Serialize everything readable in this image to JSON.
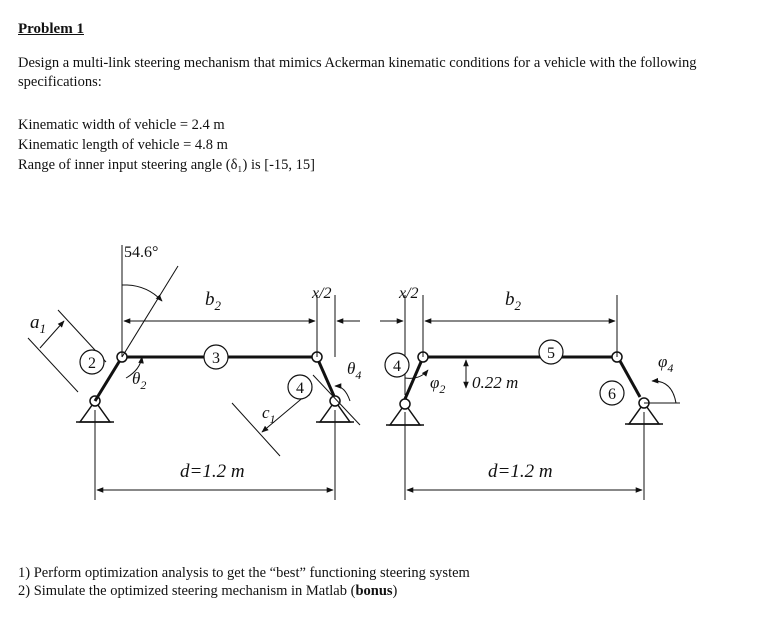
{
  "title": "Problem 1",
  "intro": "Design a multi-link steering mechanism that mimics Ackerman kinematic conditions for a vehicle with the following specifications:",
  "specs": [
    "Kinematic width of vehicle = 2.4 m",
    "Kinematic length of vehicle = 4.8 m",
    "Range of inner input steering angle (δ₁) is [-15, 15]"
  ],
  "tasks": {
    "task1": "1) Perform optimization analysis to get the “best” functioning steering system",
    "task2_text": "2) Simulate the optimized steering mechanism in Matlab (",
    "task2_bold": "bonus",
    "task2_end": ")"
  },
  "diagram": {
    "angle_label": "54.6°",
    "a1": "a",
    "a1_sub": "1",
    "b2_left": "b",
    "b2_left_sub": "2",
    "b2_right": "b",
    "b2_right_sub": "2",
    "x2_left": "x/2",
    "x2_right": "x/2",
    "theta2": "θ",
    "theta2_sub": "2",
    "theta4": "θ",
    "theta4_sub": "4",
    "c1": "c",
    "c1_sub": "1",
    "phi2": "φ",
    "phi2_sub": "2",
    "offset": "0.22 m",
    "phi4": "φ",
    "phi4_sub": "4",
    "d_left": "d=1.2 m",
    "d_right": "d=1.2 m",
    "link_labels": [
      "2",
      "3",
      "4",
      "4",
      "5",
      "6"
    ]
  }
}
